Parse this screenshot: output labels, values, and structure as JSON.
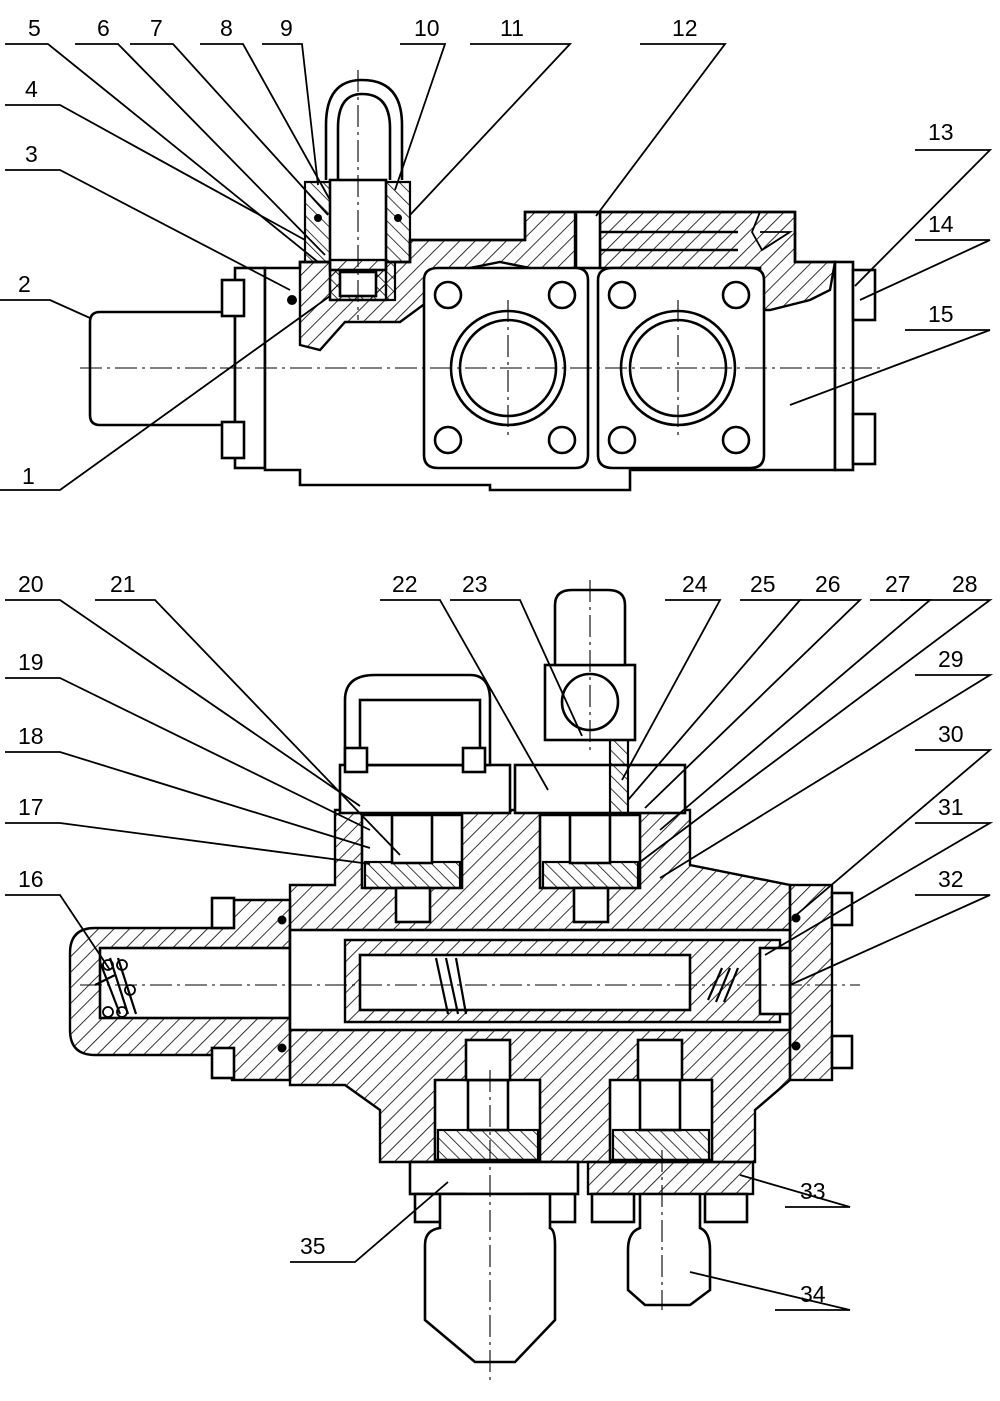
{
  "figure": {
    "top_view_labels": [
      "1",
      "2",
      "3",
      "4",
      "5",
      "6",
      "7",
      "8",
      "9",
      "10",
      "11",
      "12",
      "13",
      "14",
      "15"
    ],
    "bottom_view_labels": [
      "16",
      "17",
      "18",
      "19",
      "20",
      "21",
      "22",
      "23",
      "24",
      "25",
      "26",
      "27",
      "28",
      "29",
      "30",
      "31",
      "32",
      "33",
      "34",
      "35"
    ]
  },
  "colors": {
    "ink": "#000000",
    "paper": "#ffffff"
  }
}
